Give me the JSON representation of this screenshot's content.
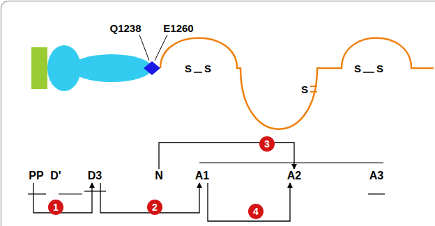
{
  "diagram": {
    "nodes": [
      {
        "text": [
          "PP"
        ]
      },
      {
        "text": [
          "D'"
        ]
      },
      {
        "text": [
          "D3"
        ]
      },
      {
        "text": [
          "N"
        ]
      },
      {
        "text": [
          "A1"
        ]
      },
      {
        "text": [
          "A2"
        ]
      },
      {
        "text": [
          "A3"
        ]
      }
    ],
    "edges": [
      {
        "from": 0,
        "to": 2,
        "arrow": "to",
        "label": "1"
      },
      {
        "from": 2,
        "to": 4,
        "arrow": "to",
        "label": "2"
      },
      {
        "from": 3,
        "to": 5,
        "arrow": "to",
        "label": "3"
      },
      {
        "from": 4,
        "to": 5,
        "arrow": "to",
        "label": "4"
      }
    ],
    "labels": [
      "Q1238",
      "E1260",
      "S",
      "S",
      "S",
      "S",
      "S"
    ]
  }
}
